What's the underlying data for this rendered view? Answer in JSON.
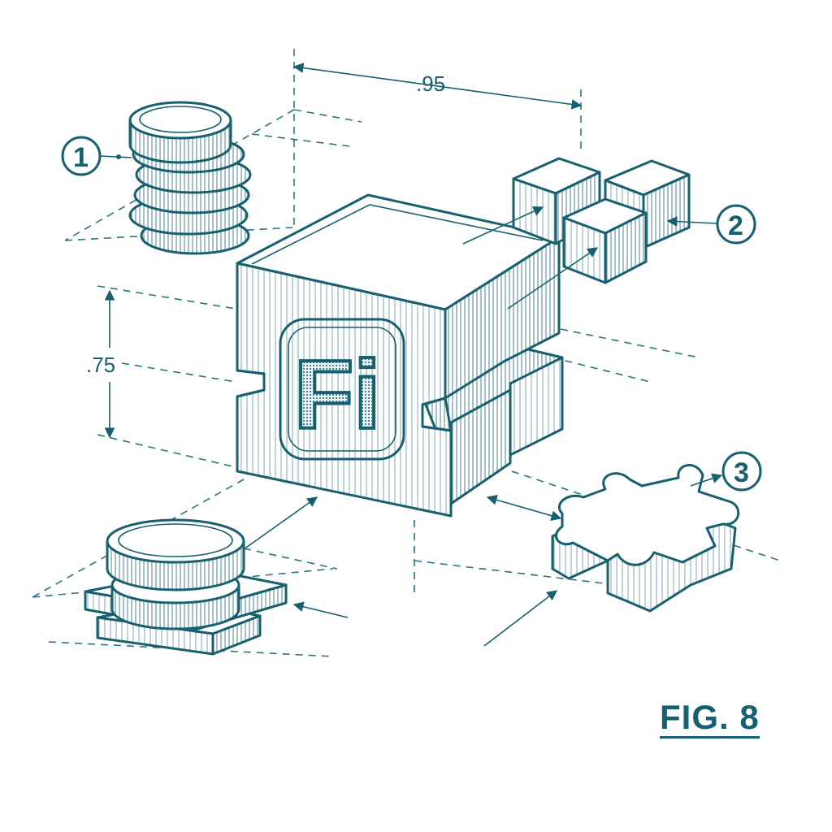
{
  "figure": {
    "label": "FIG. 8",
    "logo_text": "Fi",
    "ink_color": "#17606f"
  },
  "callouts": [
    {
      "number": "1",
      "target": "coin stack"
    },
    {
      "number": "2",
      "target": "small cubes"
    },
    {
      "number": "3",
      "target": "puzzle piece"
    }
  ],
  "dimensions": {
    "width": ".95",
    "height": ".75"
  }
}
